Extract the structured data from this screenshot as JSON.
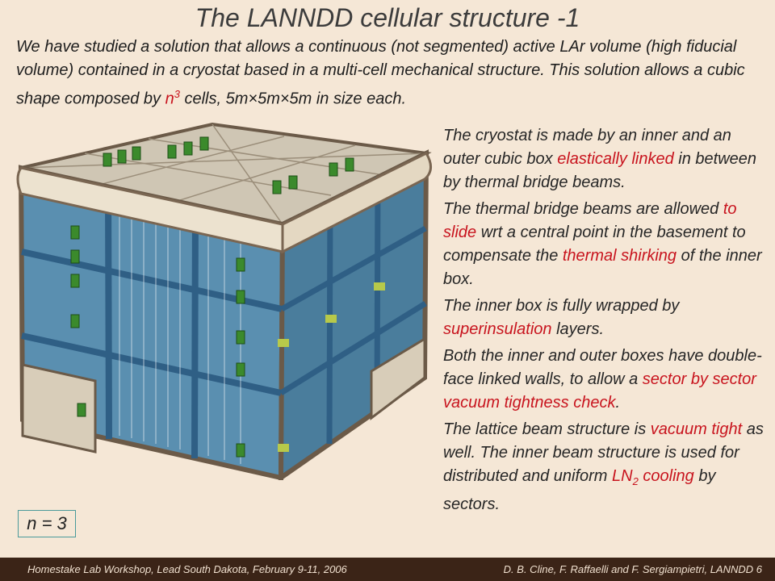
{
  "title": "The LANNDD cellular structure -1",
  "intro": {
    "part1": "We have studied a solution that allows a continuous (not segmented) active LAr volume (high fiducial volume) contained in a cryostat based in a multi-cell mechanical structure. This solution allows a cubic shape composed by ",
    "n_symbol": "n",
    "exponent": "3",
    "part2": " cells, 5m×5m×5m in size each."
  },
  "paragraphs": [
    {
      "a": "The cryostat is made by an inner and an outer cubic box ",
      "b": "elastically linked",
      "c": " in between by thermal bridge beams."
    },
    {
      "a": "The thermal bridge beams are allowed ",
      "b": "to slide",
      "c": " wrt a central point in the basement to compensate the ",
      "d": "thermal shirking",
      "e": " of the inner box."
    },
    {
      "a": "The inner box is fully wrapped by ",
      "b": "superinsulation",
      "c": " layers."
    },
    {
      "a": "Both the inner and outer boxes have double-face linked walls, to allow a ",
      "b": "sector by sector vacuum tightness check",
      "c": "."
    },
    {
      "a": "The lattice beam structure is ",
      "b": "vacuum tight",
      "c": " as well. The inner beam structure is used for distributed and uniform ",
      "d_main": "LN",
      "d_sub": "2",
      "d_rest": " cooling",
      "e": " by sectors."
    }
  ],
  "n_label": "n = 3",
  "footer": {
    "left": "Homestake Lab Workshop, Lead South Dakota, February 9-11, 2006",
    "right": "D. B. Cline,  F. Raffaelli and F. Sergiampietri, LANNDD  6"
  },
  "colors": {
    "background": "#f5e7d6",
    "highlight": "#c8141e",
    "footer_bg": "#3b2417",
    "cell_blue": "#4f86a8",
    "frame": "#e8dcc6"
  }
}
